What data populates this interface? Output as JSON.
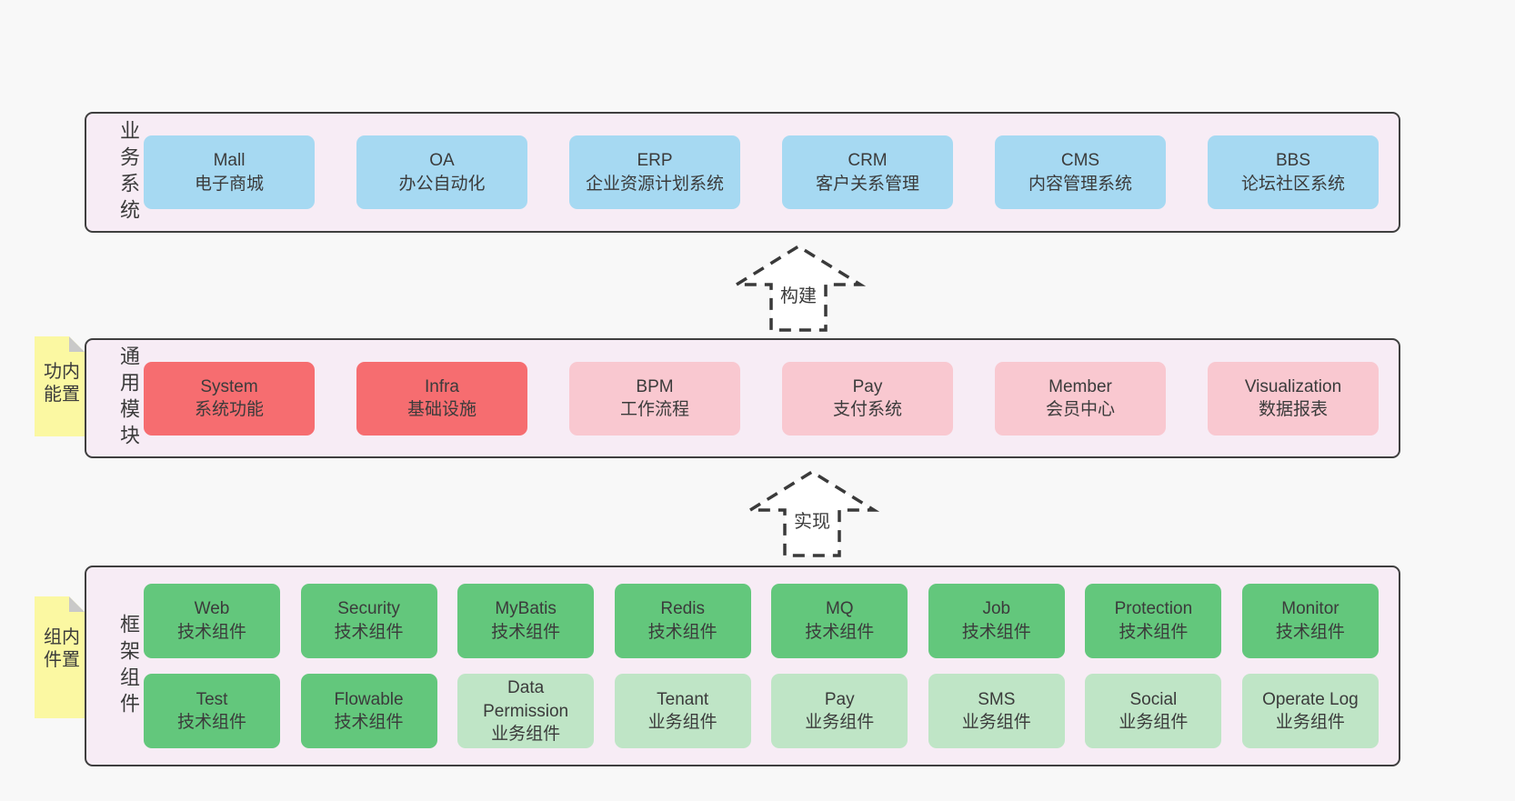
{
  "colors": {
    "page_bg": "#f8f8f8",
    "container_bg": "#f7ecf5",
    "container_border": "#3f3f3f",
    "blue": "#a6d9f2",
    "red": "#f66d70",
    "pink": "#f9c8d0",
    "green_dark": "#63c77c",
    "green_light": "#bfe5c6",
    "note_yellow": "#fbf8a2",
    "note_fold": "#c9c9c9",
    "text": "#3b3b3b",
    "arrow_border": "#3a3a3a",
    "arrow_bg": "#ffffff"
  },
  "layers": [
    {
      "label": "业务系统",
      "rows": [
        [
          {
            "title": "Mall",
            "subtitle": "电子商城",
            "variant": "blue"
          },
          {
            "title": "OA",
            "subtitle": "办公自动化",
            "variant": "blue"
          },
          {
            "title": "ERP",
            "subtitle": "企业资源计划系统",
            "variant": "blue"
          },
          {
            "title": "CRM",
            "subtitle": "客户关系管理",
            "variant": "blue"
          },
          {
            "title": "CMS",
            "subtitle": "内容管理系统",
            "variant": "blue"
          },
          {
            "title": "BBS",
            "subtitle": "论坛社区系统",
            "variant": "blue"
          }
        ]
      ]
    },
    {
      "label": "通用模块",
      "rows": [
        [
          {
            "title": "System",
            "subtitle": "系统功能",
            "variant": "red"
          },
          {
            "title": "Infra",
            "subtitle": "基础设施",
            "variant": "red"
          },
          {
            "title": "BPM",
            "subtitle": "工作流程",
            "variant": "pink"
          },
          {
            "title": "Pay",
            "subtitle": "支付系统",
            "variant": "pink"
          },
          {
            "title": "Member",
            "subtitle": "会员中心",
            "variant": "pink"
          },
          {
            "title": "Visualization",
            "subtitle": "数据报表",
            "variant": "pink"
          }
        ]
      ]
    },
    {
      "label": "框架组件",
      "rows": [
        [
          {
            "title": "Web",
            "subtitle": "技术组件",
            "variant": "green-dark"
          },
          {
            "title": "Security",
            "subtitle": "技术组件",
            "variant": "green-dark"
          },
          {
            "title": "MyBatis",
            "subtitle": "技术组件",
            "variant": "green-dark"
          },
          {
            "title": "Redis",
            "subtitle": "技术组件",
            "variant": "green-dark"
          },
          {
            "title": "MQ",
            "subtitle": "技术组件",
            "variant": "green-dark"
          },
          {
            "title": "Job",
            "subtitle": "技术组件",
            "variant": "green-dark"
          },
          {
            "title": "Protection",
            "subtitle": "技术组件",
            "variant": "green-dark"
          },
          {
            "title": "Monitor",
            "subtitle": "技术组件",
            "variant": "green-dark"
          }
        ],
        [
          {
            "title": "Test",
            "subtitle": "技术组件",
            "variant": "green-dark"
          },
          {
            "title": "Flowable",
            "subtitle": "技术组件",
            "variant": "green-dark"
          },
          {
            "title": "Data Permission",
            "subtitle": "业务组件",
            "variant": "green-light"
          },
          {
            "title": "Tenant",
            "subtitle": "业务组件",
            "variant": "green-light"
          },
          {
            "title": "Pay",
            "subtitle": "业务组件",
            "variant": "green-light"
          },
          {
            "title": "SMS",
            "subtitle": "业务组件",
            "variant": "green-light"
          },
          {
            "title": "Social",
            "subtitle": "业务组件",
            "variant": "green-light"
          },
          {
            "title": "Operate Log",
            "subtitle": "业务组件",
            "variant": "green-light"
          }
        ]
      ]
    }
  ],
  "arrows": [
    {
      "label": "构建"
    },
    {
      "label": "实现"
    }
  ],
  "notes": [
    {
      "label": "内置功能"
    },
    {
      "label": "内置组件"
    }
  ]
}
